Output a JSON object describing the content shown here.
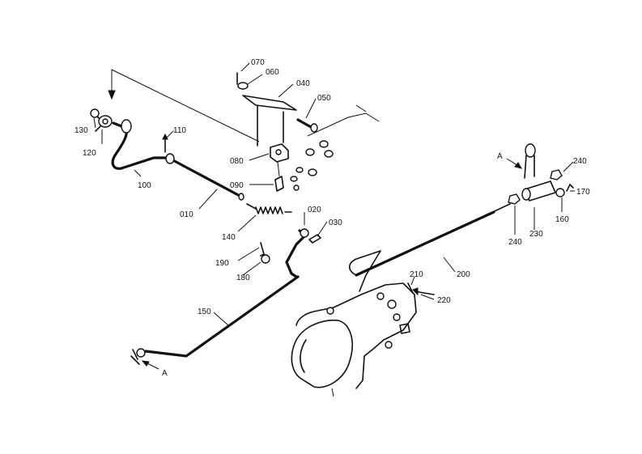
{
  "diagram": {
    "labels": {
      "p010": "010",
      "p020": "020",
      "p030": "030",
      "p040": "040",
      "p050": "050",
      "p060": "060",
      "p070": "070",
      "p080": "080",
      "p090": "090",
      "p100": "100",
      "p110": "110",
      "p120": "120",
      "p130": "130",
      "p140": "140",
      "p150": "150",
      "p160": "160",
      "p170": "170",
      "p180": "180",
      "p190": "190",
      "p200": "200",
      "p210": "210",
      "p220": "220",
      "p230": "230",
      "p240a": "240",
      "p240b": "240",
      "refA1": "A",
      "refA2": "A"
    }
  }
}
